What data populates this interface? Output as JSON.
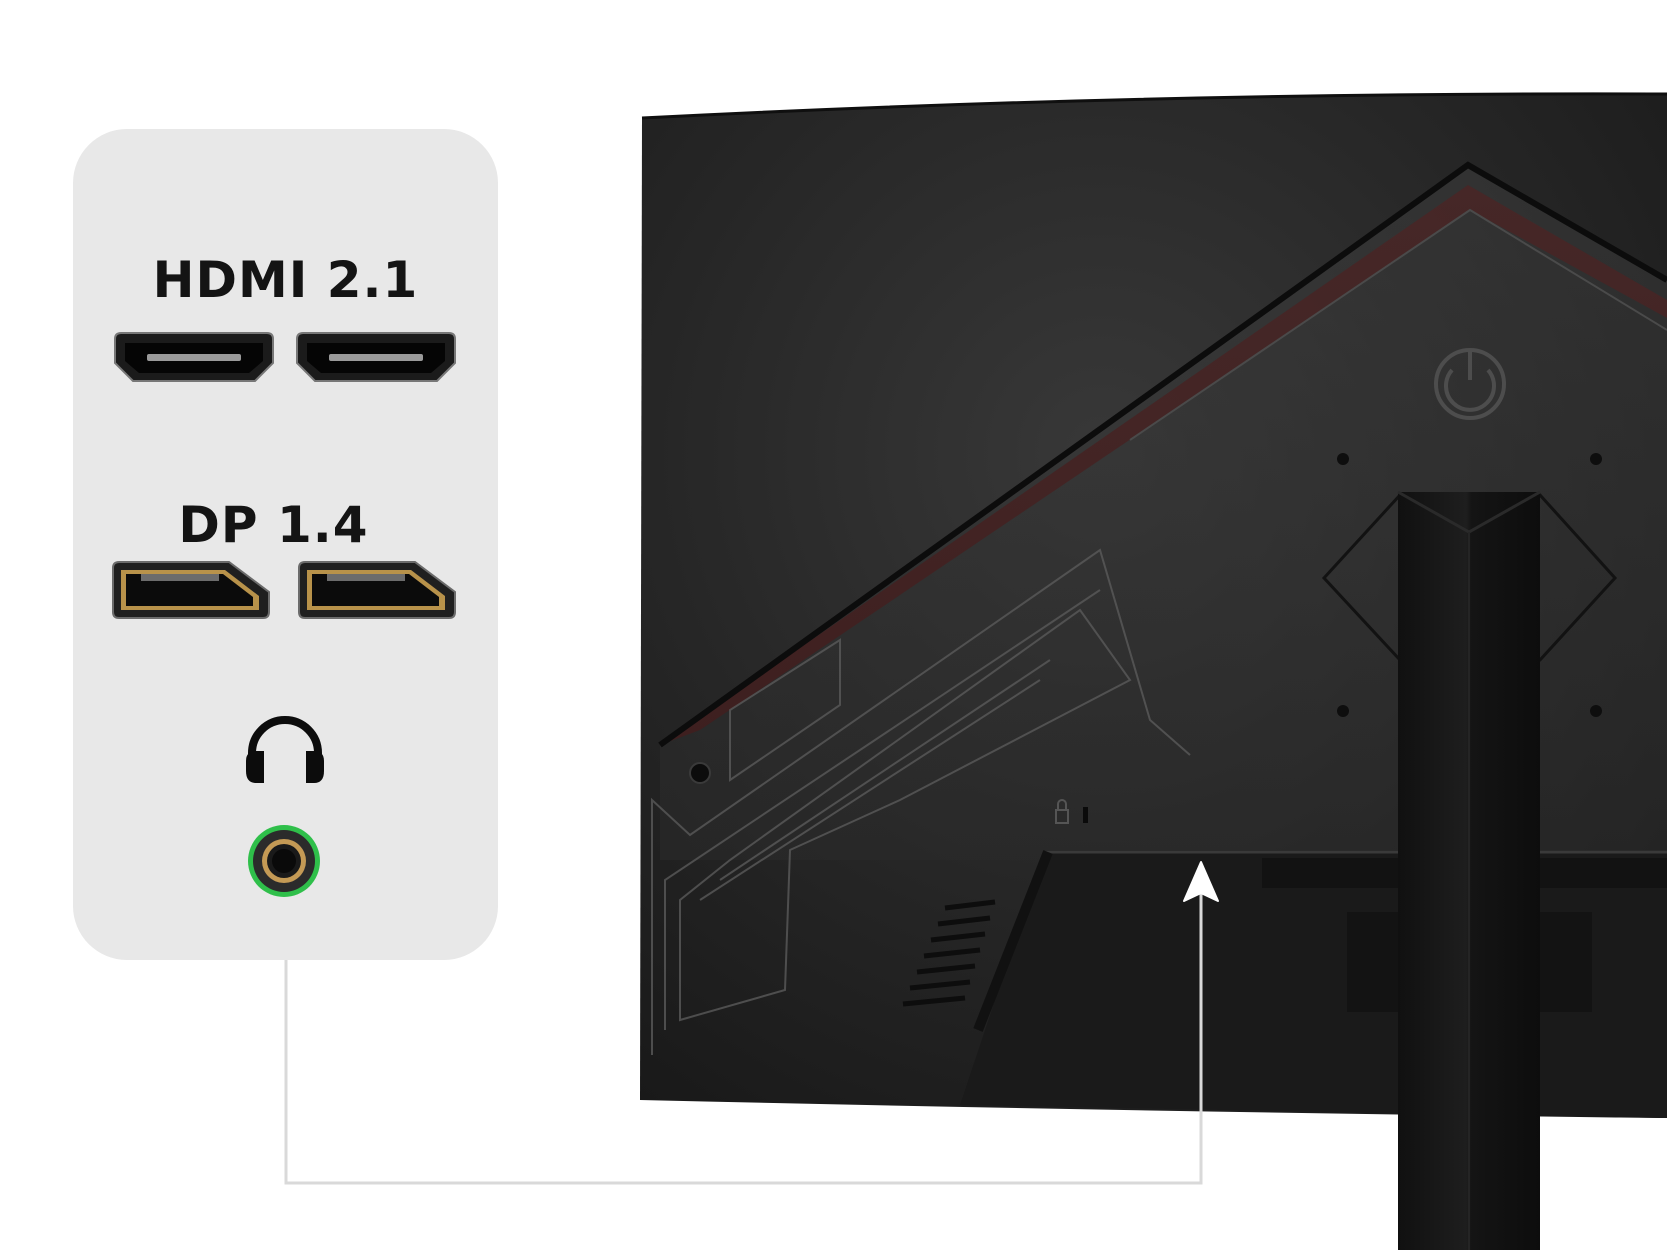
{
  "ports_panel": {
    "hdmi": {
      "label": "HDMI 2.1",
      "count": 2,
      "icon": "hdmi-port-icon"
    },
    "displayport": {
      "label": "DP 1.4",
      "count": 2,
      "icon": "displayport-icon"
    },
    "audio": {
      "icon": "headphones-icon",
      "jack_icon": "audio-jack-icon",
      "jack_ring_color": "#2fbf4a"
    }
  },
  "colors": {
    "panel_bg": "#e8e8e8",
    "monitor_body": "#1f1f1f",
    "accent_red": "#6a0b0b",
    "connector_line": "#d9d9d9",
    "dp_gold": "#b8924a"
  }
}
